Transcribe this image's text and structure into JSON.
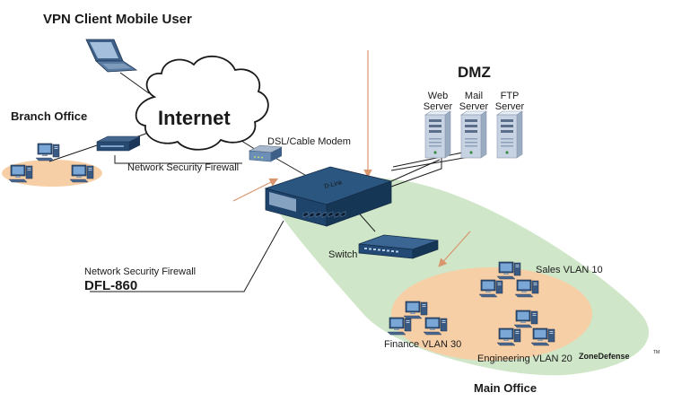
{
  "labels": {
    "vpn_client": "VPN Client Mobile User",
    "branch_office": "Branch Office",
    "internet": "Internet",
    "branch_firewall": "Network Security Firewall",
    "dsl_modem": "DSL/Cable Modem",
    "dmz": "DMZ",
    "web_server": [
      "Web",
      "Server"
    ],
    "mail_server": [
      "Mail",
      "Server"
    ],
    "ftp_server": [
      "FTP",
      "Server"
    ],
    "device_brand": "D-Link",
    "switch": "Switch",
    "main_firewall_caption": "Network Security Firewall",
    "main_firewall_model": "DFL-860",
    "sales_vlan": "Sales VLAN 10",
    "finance_vlan": "Finance VLAN 30",
    "engineering_vlan": "Engineering VLAN 20",
    "legend_zonedefense": "ZoneDefense",
    "legend_tm": "TM",
    "main_office": "Main Office"
  },
  "colors": {
    "zone_green": "#cfe6c8",
    "vlan_orange": "#f7cfa6",
    "device_navy": "#1e3f66",
    "arrow_salmon": "#d8956e",
    "server_blue": "#c7d3e3"
  },
  "icons": {
    "laptop": "laptop-icon",
    "cloud": "cloud-icon",
    "workstation": "desktop-computer-icon",
    "firewall": "firewall-appliance-icon",
    "modem": "modem-icon",
    "server": "server-tower-icon",
    "switch": "network-switch-icon"
  }
}
